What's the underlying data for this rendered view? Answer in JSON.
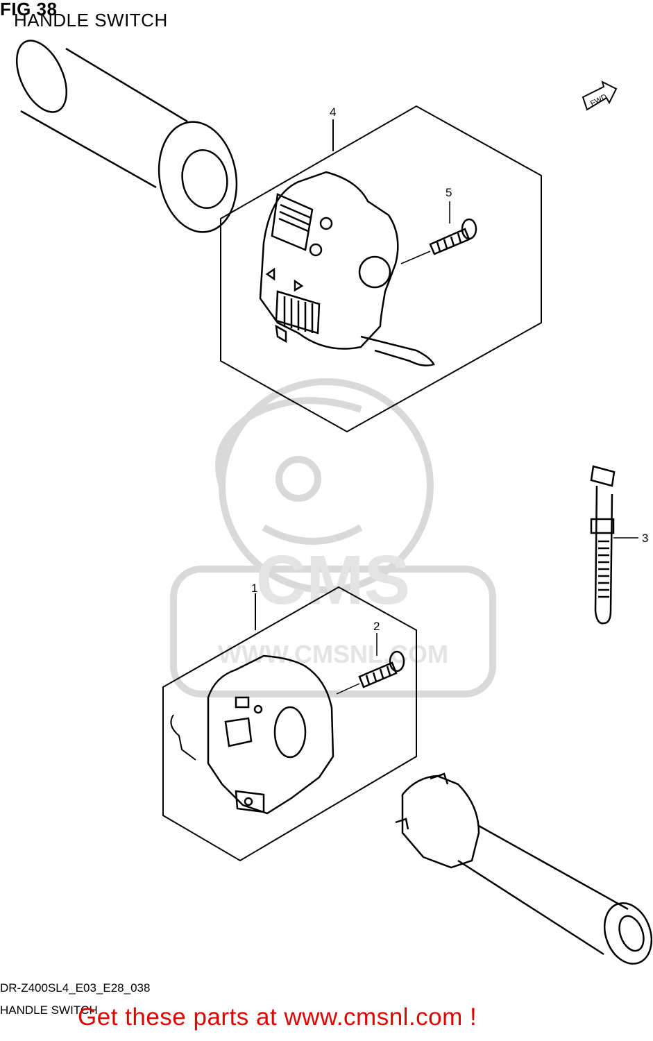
{
  "figure": {
    "number_label": "FIG 38",
    "title": "HANDLE SWITCH"
  },
  "callouts": [
    "1",
    "2",
    "3",
    "4",
    "5"
  ],
  "fwd_arrow_label": "FWD",
  "watermark": {
    "text": "CMS",
    "url": "WWW.CMSNL.COM"
  },
  "footer": {
    "code": "DR-Z400SL4_E03_E28_038",
    "name": "HANDLE SWITCH",
    "promo": "Get these parts at www.cmsnl.com !"
  },
  "colors": {
    "line": "#000000",
    "watermark": "#d9d9d9",
    "promo": "#e00000"
  }
}
